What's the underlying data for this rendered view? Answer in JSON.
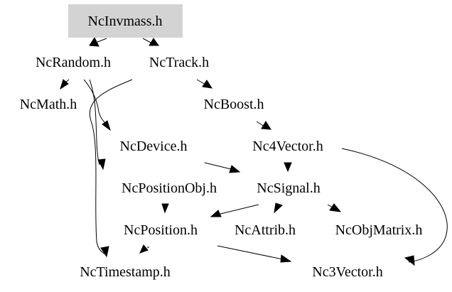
{
  "diagram": {
    "type": "include-dependency-graph",
    "root": "n_invmass",
    "nodes": [
      {
        "id": "n_invmass",
        "label": "NcInvmass.h",
        "highlighted": true
      },
      {
        "id": "n_random",
        "label": "NcRandom.h"
      },
      {
        "id": "n_track",
        "label": "NcTrack.h"
      },
      {
        "id": "n_math",
        "label": "NcMath.h"
      },
      {
        "id": "n_boost",
        "label": "NcBoost.h"
      },
      {
        "id": "n_device",
        "label": "NcDevice.h"
      },
      {
        "id": "n_4vector",
        "label": "Nc4Vector.h"
      },
      {
        "id": "n_posobj",
        "label": "NcPositionObj.h"
      },
      {
        "id": "n_signal",
        "label": "NcSignal.h"
      },
      {
        "id": "n_position",
        "label": "NcPosition.h"
      },
      {
        "id": "n_attrib",
        "label": "NcAttrib.h"
      },
      {
        "id": "n_objmatrix",
        "label": "NcObjMatrix.h"
      },
      {
        "id": "n_timestamp",
        "label": "NcTimestamp.h"
      },
      {
        "id": "n_3vector",
        "label": "Nc3Vector.h"
      }
    ],
    "edges": [
      {
        "from": "n_invmass",
        "to": "n_random"
      },
      {
        "from": "n_invmass",
        "to": "n_track"
      },
      {
        "from": "n_random",
        "to": "n_math"
      },
      {
        "from": "n_random",
        "to": "n_device"
      },
      {
        "from": "n_random",
        "to": "n_posobj"
      },
      {
        "from": "n_track",
        "to": "n_boost"
      },
      {
        "from": "n_track",
        "to": "n_timestamp"
      },
      {
        "from": "n_boost",
        "to": "n_4vector"
      },
      {
        "from": "n_4vector",
        "to": "n_signal"
      },
      {
        "from": "n_4vector",
        "to": "n_3vector"
      },
      {
        "from": "n_device",
        "to": "n_signal"
      },
      {
        "from": "n_posobj",
        "to": "n_position"
      },
      {
        "from": "n_signal",
        "to": "n_position"
      },
      {
        "from": "n_signal",
        "to": "n_attrib"
      },
      {
        "from": "n_signal",
        "to": "n_objmatrix"
      },
      {
        "from": "n_position",
        "to": "n_timestamp"
      },
      {
        "from": "n_position",
        "to": "n_3vector"
      }
    ],
    "colors": {
      "root_fill": "#d3d3d3",
      "edge": "#000000",
      "text": "#000000",
      "background": "#ffffff"
    }
  }
}
